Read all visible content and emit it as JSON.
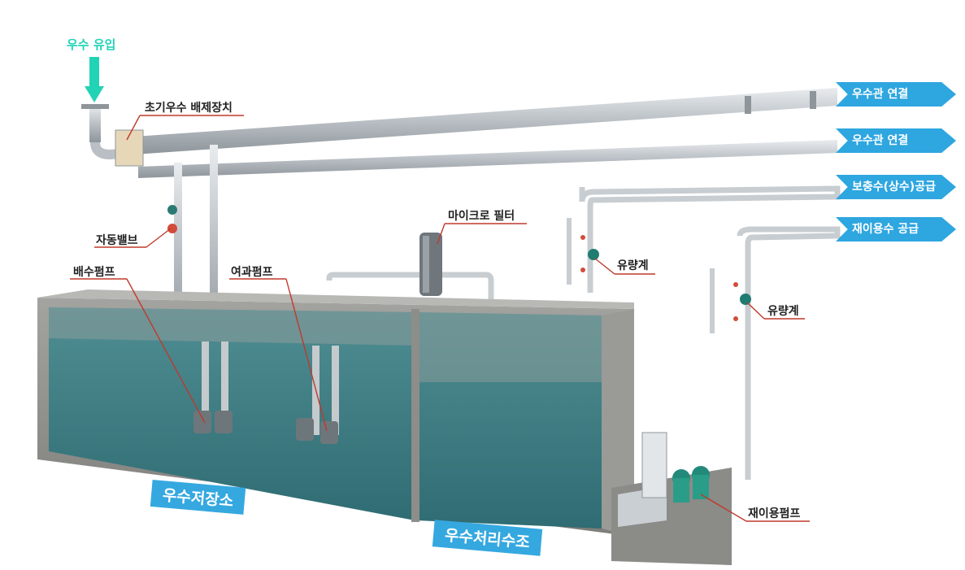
{
  "inflow_label": "우수 유입",
  "outlets": [
    {
      "label": "우수관 연결"
    },
    {
      "label": "우수관 연결"
    },
    {
      "label": "보충수(상수)공급"
    },
    {
      "label": "재이용수 공급"
    }
  ],
  "components": {
    "first_flush": "초기우수 배제장치",
    "auto_valve": "자동밸브",
    "drain_pump": "배수펌프",
    "filter_pump": "여과펌프",
    "micro_filter": "마이크로 필터",
    "flowmeter_1": "유량계",
    "flowmeter_2": "유량계",
    "reuse_pump": "재이용펌프"
  },
  "tanks": {
    "storage": "우수저장소",
    "treatment": "우수처리수조"
  },
  "colors": {
    "accent_blue": "#2ea6e0",
    "inflow_teal": "#22d3b6",
    "leader_red": "#c0392b",
    "water": "#3f7f86"
  }
}
